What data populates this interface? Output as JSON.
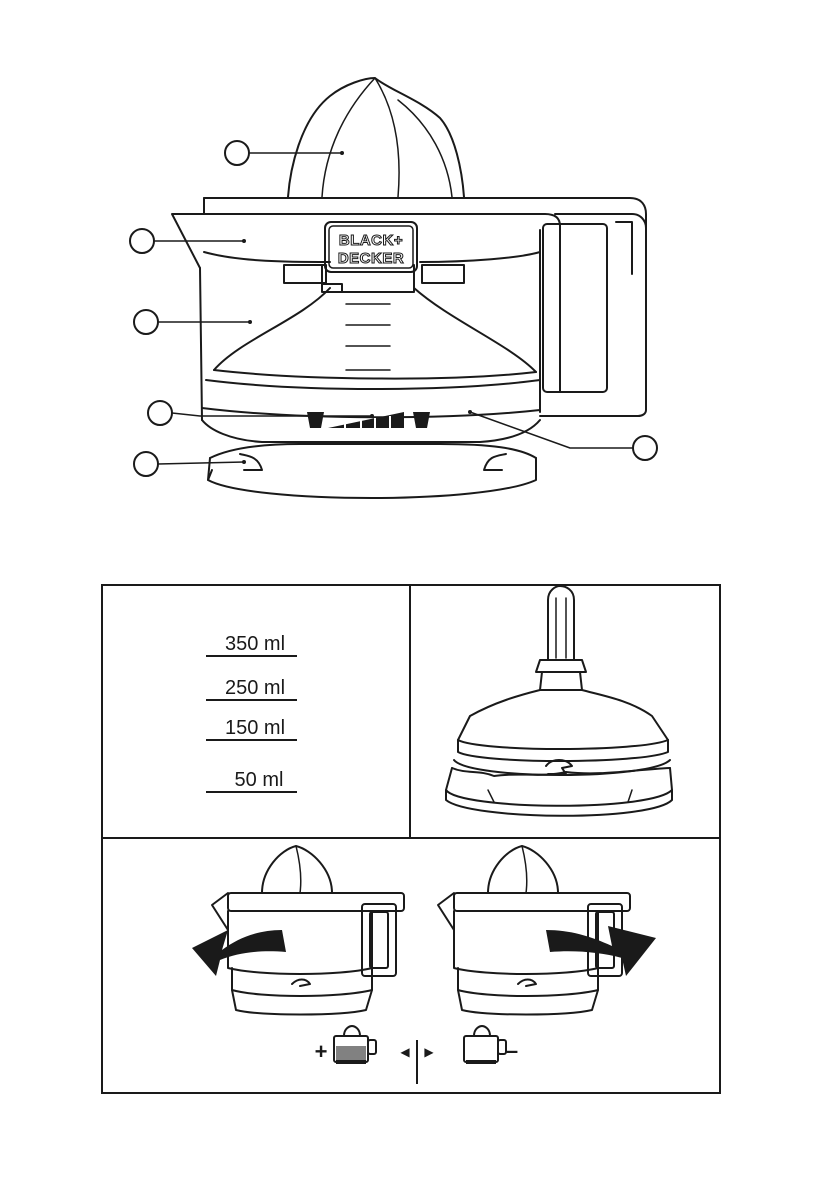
{
  "brand": {
    "line1": "BLACK+",
    "line2": "DECKER"
  },
  "callouts": [
    {
      "id": "reamer",
      "label": ""
    },
    {
      "id": "strainer",
      "label": ""
    },
    {
      "id": "jug",
      "label": ""
    },
    {
      "id": "pulp-selector",
      "label": ""
    },
    {
      "id": "base",
      "label": ""
    },
    {
      "id": "motor-unit",
      "label": ""
    }
  ],
  "measurements": {
    "levels": [
      "350 ml",
      "250 ml",
      "150 ml",
      "50 ml"
    ]
  },
  "pulp_control": {
    "more_symbol": "+",
    "less_symbol": "–",
    "left_arrow": "◀",
    "right_arrow": "▶"
  },
  "icons": [
    "juicer-overview-illustration",
    "measurement-scale",
    "cone-reamer-illustration",
    "rotate-left-arrow-icon",
    "rotate-right-arrow-icon",
    "pulp-more-icon",
    "pulp-less-icon"
  ]
}
